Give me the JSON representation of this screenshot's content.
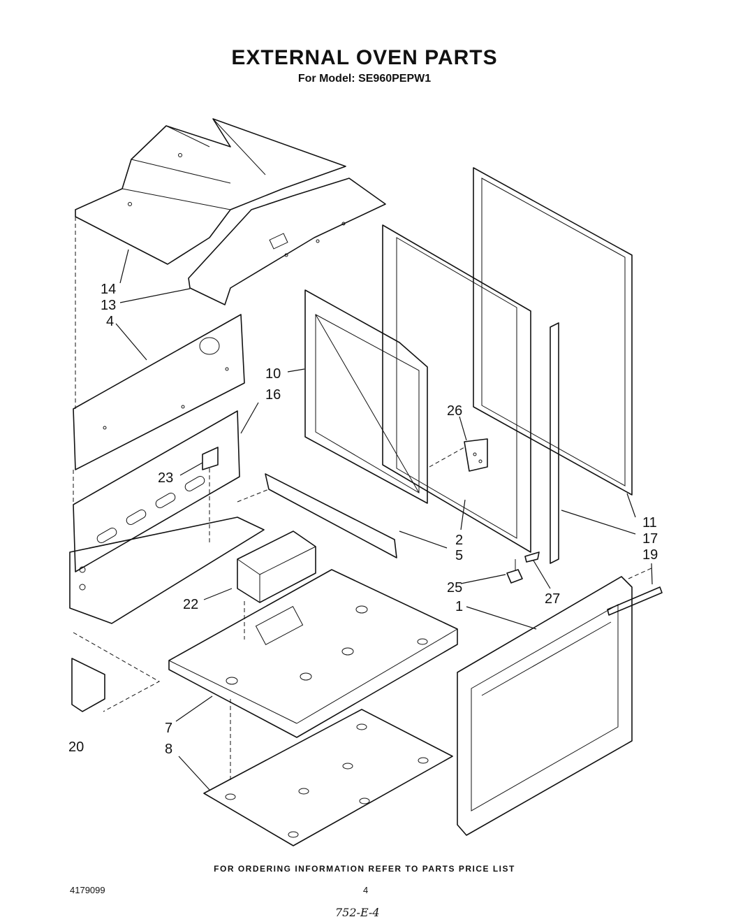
{
  "header": {
    "title": "EXTERNAL OVEN PARTS",
    "subtitle_prefix": "For Model:",
    "model": "SE960PEPW1"
  },
  "parts": [
    {
      "id": "p14",
      "number": "14"
    },
    {
      "id": "p13",
      "number": "13"
    },
    {
      "id": "p4",
      "number": "4"
    },
    {
      "id": "p10",
      "number": "10"
    },
    {
      "id": "p16",
      "number": "16"
    },
    {
      "id": "p23",
      "number": "23"
    },
    {
      "id": "p26",
      "number": "26"
    },
    {
      "id": "p22",
      "number": "22"
    },
    {
      "id": "p2",
      "number": "2"
    },
    {
      "id": "p5",
      "number": "5"
    },
    {
      "id": "p25",
      "number": "25"
    },
    {
      "id": "p27",
      "number": "27"
    },
    {
      "id": "p11",
      "number": "11"
    },
    {
      "id": "p17",
      "number": "17"
    },
    {
      "id": "p19",
      "number": "19"
    },
    {
      "id": "p1",
      "number": "1"
    },
    {
      "id": "p7",
      "number": "7"
    },
    {
      "id": "p8",
      "number": "8"
    },
    {
      "id": "p20",
      "number": "20"
    }
  ],
  "footer": {
    "ordering_note": "FOR ORDERING INFORMATION REFER TO PARTS PRICE LIST",
    "document_number": "4179099",
    "page_number": "4",
    "handwritten_code": "752-E-4"
  }
}
